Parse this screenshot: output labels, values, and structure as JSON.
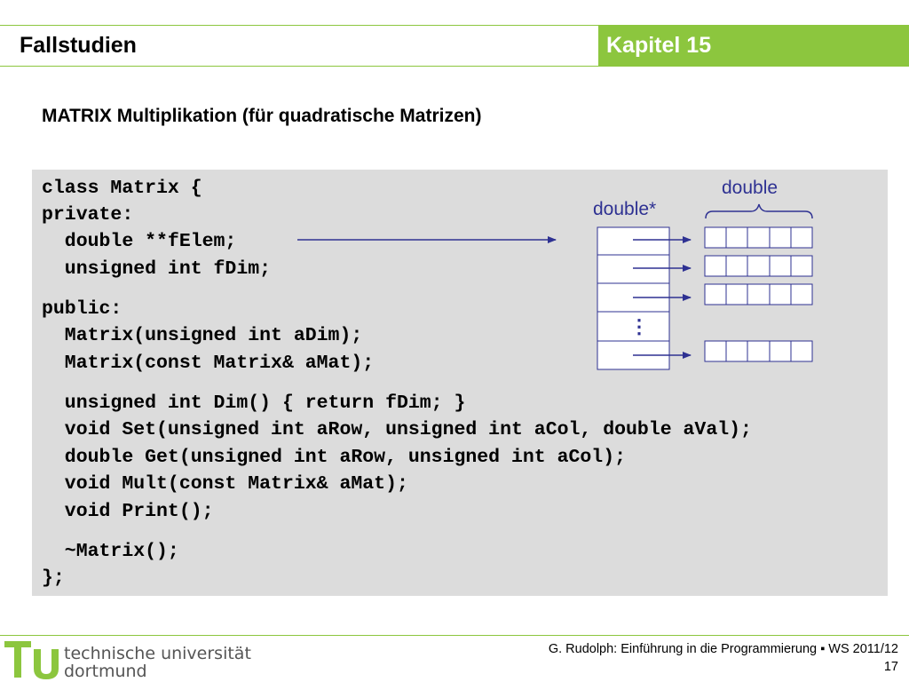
{
  "header": {
    "title": "Fallstudien",
    "chapter": "Kapitel 15"
  },
  "slide": {
    "title": "MATRIX Multiplikation (für quadratische Matrizen)"
  },
  "code": {
    "lines": [
      "class Matrix {",
      "private:",
      "  double **fElem;",
      "  unsigned int fDim;",
      "public:",
      "  Matrix(unsigned int aDim);",
      "  Matrix(const Matrix& aMat);",
      "  unsigned int Dim() { return fDim; }",
      "  void Set(unsigned int aRow, unsigned int aCol, double aVal);",
      "  double Get(unsigned int aRow, unsigned int aCol);",
      "  void Mult(const Matrix& aMat);",
      "  void Print();",
      "  ~Matrix();",
      "};"
    ]
  },
  "diagram": {
    "pointer_label": "double*",
    "value_label": "double",
    "ellipsis": "⋮",
    "color": "#2e3192"
  },
  "footer": {
    "logo_line1": "technische universität",
    "logo_line2": "dortmund",
    "credit": "G. Rudolph: Einführung in die Programmierung ▪ WS 2011/12",
    "page": "17"
  },
  "colors": {
    "accent": "#8cc63e",
    "code_bg": "#dcdcdc"
  }
}
